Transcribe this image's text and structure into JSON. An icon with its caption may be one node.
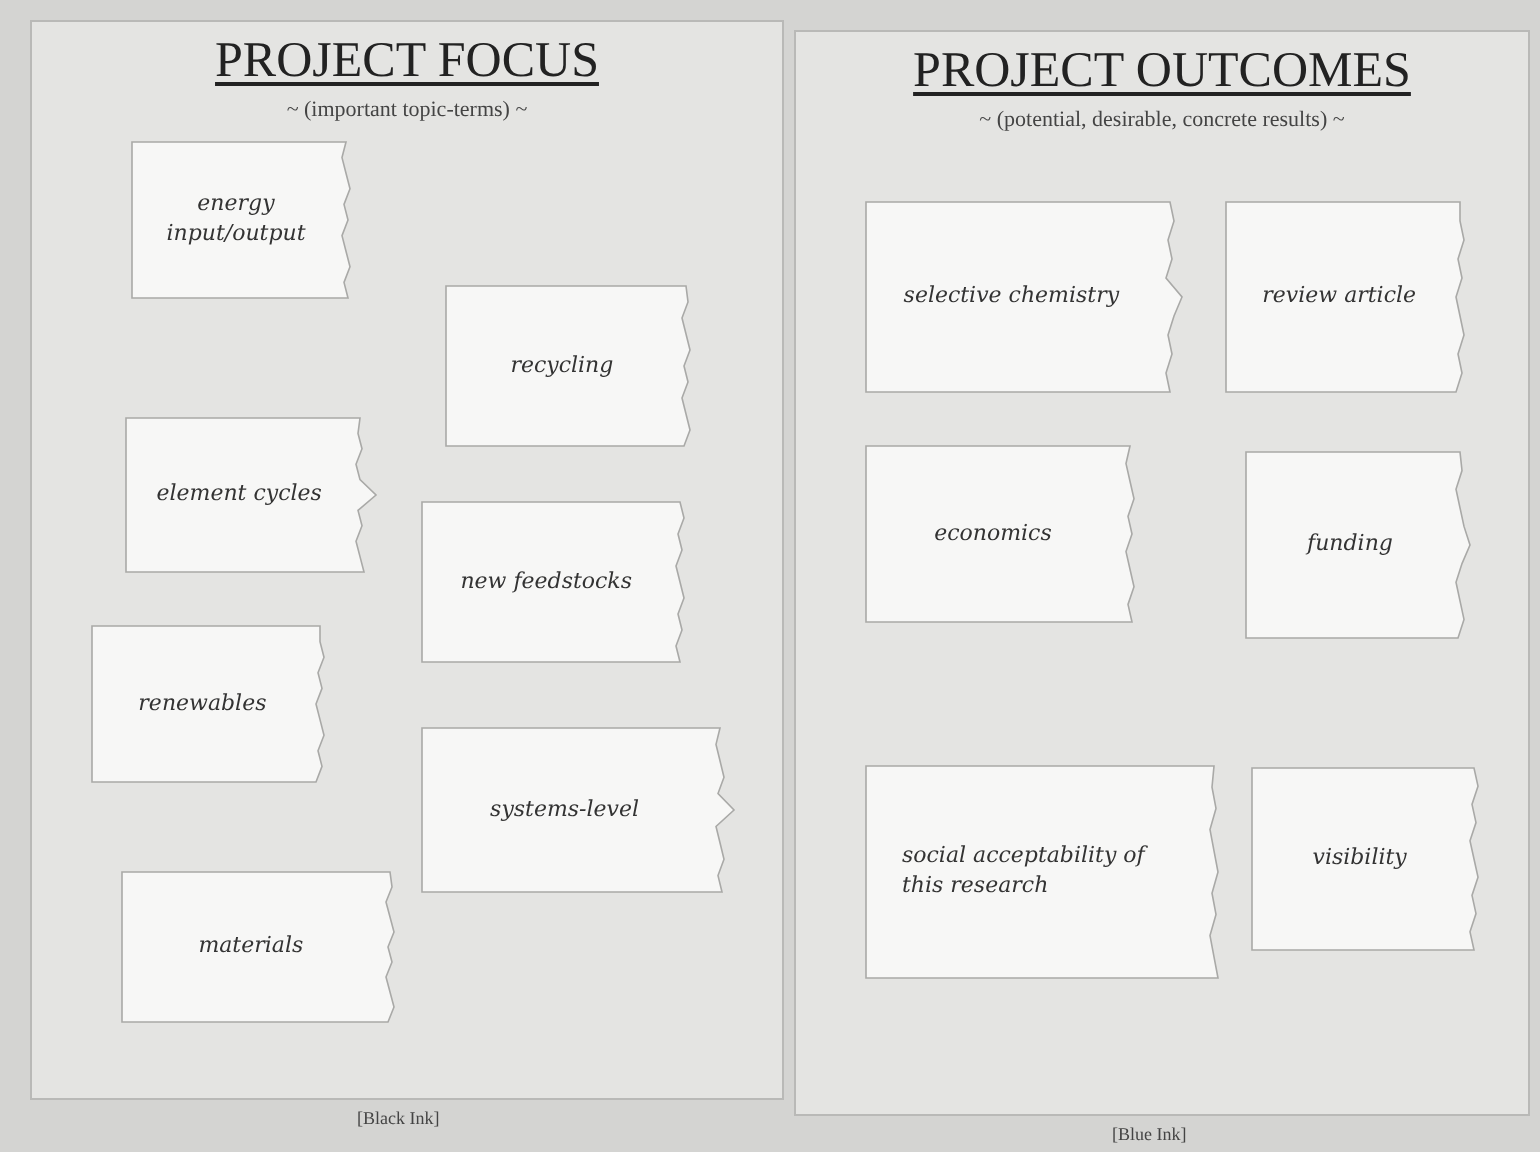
{
  "diagram": {
    "nodes": [
      {
        "text": [
          "PROJECT FOCUS",
          "~ (important topic-terms) ~"
        ],
        "beside": [
          "[Black Ink]"
        ]
      },
      {
        "text": [
          "energy input/output"
        ],
        "in": 0
      },
      {
        "text": [
          "recycling"
        ],
        "in": 0
      },
      {
        "text": [
          "element cycles"
        ],
        "in": 0
      },
      {
        "text": [
          "new feedstocks"
        ],
        "in": 0
      },
      {
        "text": [
          "renewables"
        ],
        "in": 0
      },
      {
        "text": [
          "systems-level"
        ],
        "in": 0
      },
      {
        "text": [
          "materials"
        ],
        "in": 0
      },
      {
        "text": [
          "PROJECT OUTCOMES",
          "~ (potential, desirable, concrete results) ~"
        ],
        "beside": [
          "[Blue Ink]"
        ]
      },
      {
        "text": [
          "selective chemistry"
        ],
        "in": 8
      },
      {
        "text": [
          "review article"
        ],
        "in": 8
      },
      {
        "text": [
          "economics"
        ],
        "in": 8
      },
      {
        "text": [
          "funding"
        ],
        "in": 8
      },
      {
        "text": [
          "social acceptability of this research"
        ],
        "in": 8
      },
      {
        "text": [
          "visibility"
        ],
        "in": 8
      }
    ]
  }
}
